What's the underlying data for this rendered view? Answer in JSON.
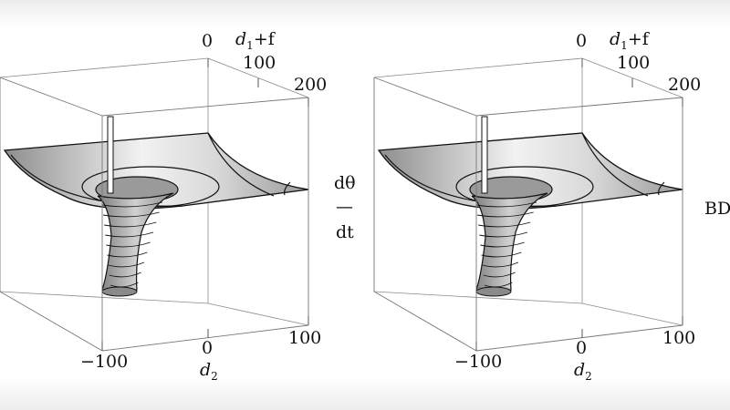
{
  "chart_data": [
    {
      "type": "surface",
      "x_axis": {
        "label_main": "d",
        "label_sub": "2",
        "ticks": [
          "−100",
          "0",
          "100"
        ]
      },
      "y_axis": {
        "label_main": "d",
        "label_sub": "1",
        "label_suffix": "+f",
        "ticks": [
          "0",
          "100",
          "200"
        ]
      },
      "z_axis": {
        "label_top": "dθ",
        "label_bar": "—",
        "label_bottom": "dt"
      },
      "surface_color": "#a8a8a8"
    },
    {
      "type": "surface",
      "x_axis": {
        "label_main": "d",
        "label_sub": "2",
        "ticks": [
          "−100",
          "0",
          "100"
        ]
      },
      "y_axis": {
        "label_main": "d",
        "label_sub": "1",
        "label_suffix": "+f",
        "ticks": [
          "0",
          "100",
          "200"
        ]
      },
      "z_axis": {
        "label": "BD"
      },
      "surface_color": "#a8a8a8"
    }
  ]
}
